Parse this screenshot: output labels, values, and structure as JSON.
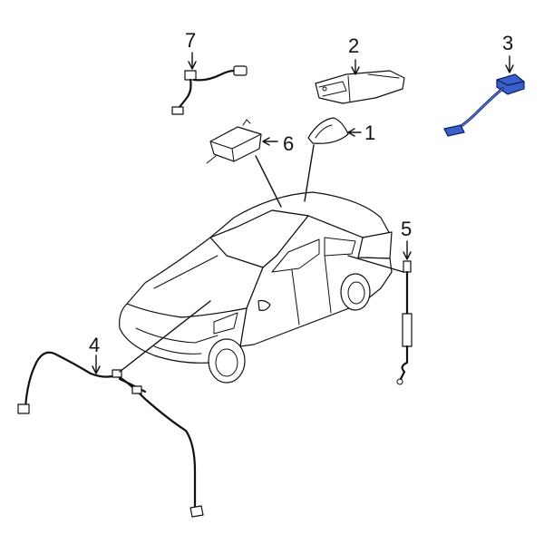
{
  "callouts": [
    {
      "id": "1",
      "label": "1"
    },
    {
      "id": "2",
      "label": "2"
    },
    {
      "id": "3",
      "label": "3"
    },
    {
      "id": "4",
      "label": "4"
    },
    {
      "id": "5",
      "label": "5"
    },
    {
      "id": "6",
      "label": "6"
    },
    {
      "id": "7",
      "label": "7"
    }
  ],
  "colors": {
    "line": "#111111",
    "highlight_fill": "#3b5fc8",
    "highlight_stroke": "#0c1a66",
    "background": "#ffffff"
  },
  "highlighted_part": "3"
}
